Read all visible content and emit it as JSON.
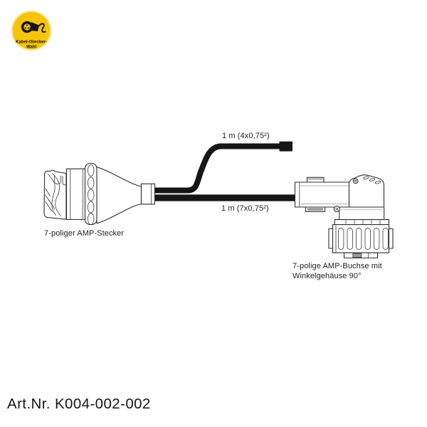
{
  "logo": {
    "icon": "plug-with-cable-icon",
    "line1": "Kabel-/Stecker-",
    "line2": "Wahl",
    "bg_color": "#F6C50B"
  },
  "diagram": {
    "top_cable_label": "1 m (4x0,75²)",
    "bottom_cable_label": "1 m (7x0,75²)",
    "left_connector_label": "7-poliger AMP-Stecker",
    "right_connector_label_line1": "7-polige AMP-Buchse mit",
    "right_connector_label_line2": "Winkelgehäuse 90°",
    "line_color": "#2e2e2e",
    "cable_color": "#161616"
  },
  "footer": {
    "article_number": "Art.Nr. K004-002-002"
  }
}
